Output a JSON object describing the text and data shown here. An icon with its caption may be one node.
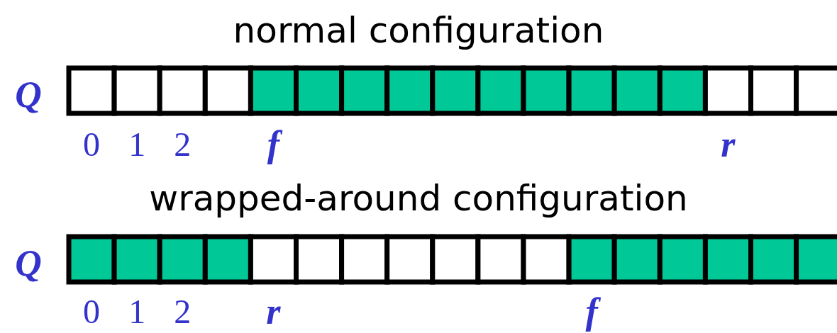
{
  "diagram": {
    "labels": [
      "normal configuration",
      "Q",
      "0",
      "1",
      "2",
      "f",
      "r",
      "wrapped-around configuration",
      "Q",
      "0",
      "1",
      "2",
      "r",
      "f"
    ]
  }
}
